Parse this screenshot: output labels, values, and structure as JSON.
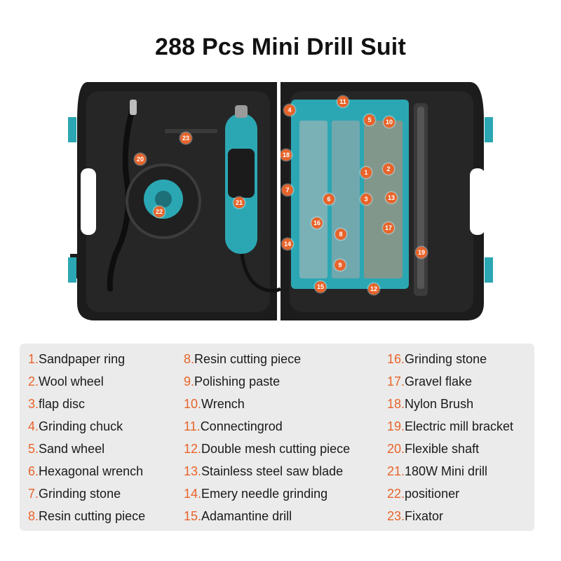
{
  "title": "288 Pcs Mini Drill Suit",
  "colors": {
    "accent_orange": "#e8642a",
    "case_black": "#1c1c1c",
    "tool_teal": "#2ba7b3",
    "panel_gray": "#ebebeb"
  },
  "markers": [
    "1",
    "2",
    "3",
    "4",
    "5",
    "6",
    "7",
    "8",
    "9",
    "10",
    "11",
    "12",
    "13",
    "14",
    "15",
    "16",
    "17",
    "18",
    "19",
    "20",
    "21",
    "22",
    "23"
  ],
  "legend": {
    "col1": [
      {
        "num": "1.",
        "label": "Sandpaper ring"
      },
      {
        "num": "2.",
        "label": "Wool wheel"
      },
      {
        "num": "3.",
        "label": "flap disc"
      },
      {
        "num": "4.",
        "label": "Grinding chuck"
      },
      {
        "num": "5.",
        "label": "Sand wheel"
      },
      {
        "num": "6.",
        "label": "Hexagonal wrench"
      },
      {
        "num": "7.",
        "label": "Grinding stone"
      },
      {
        "num": "8.",
        "label": "Resin cutting piece"
      }
    ],
    "col2": [
      {
        "num": "8.",
        "label": "Resin cutting piece"
      },
      {
        "num": "9.",
        "label": "Polishing paste"
      },
      {
        "num": "10.",
        "label": "Wrench"
      },
      {
        "num": "11.",
        "label": "Connectingrod"
      },
      {
        "num": "12.",
        "label": "Double mesh cutting piece"
      },
      {
        "num": "13.",
        "label": "Stainless steel saw blade"
      },
      {
        "num": "14.",
        "label": "Emery needle grinding"
      },
      {
        "num": "15.",
        "label": "Adamantine drill"
      }
    ],
    "col3": [
      {
        "num": "16.",
        "label": "Grinding stone"
      },
      {
        "num": "17.",
        "label": "Gravel flake"
      },
      {
        "num": "18.",
        "label": "Nylon Brush"
      },
      {
        "num": "19.",
        "label": "Electric mill bracket"
      },
      {
        "num": "20.",
        "label": "Flexible shaft"
      },
      {
        "num": "21.",
        "label": "180W Mini drill"
      },
      {
        "num": "22.",
        "label": "positioner"
      },
      {
        "num": "23.",
        "label": "Fixator"
      }
    ]
  }
}
